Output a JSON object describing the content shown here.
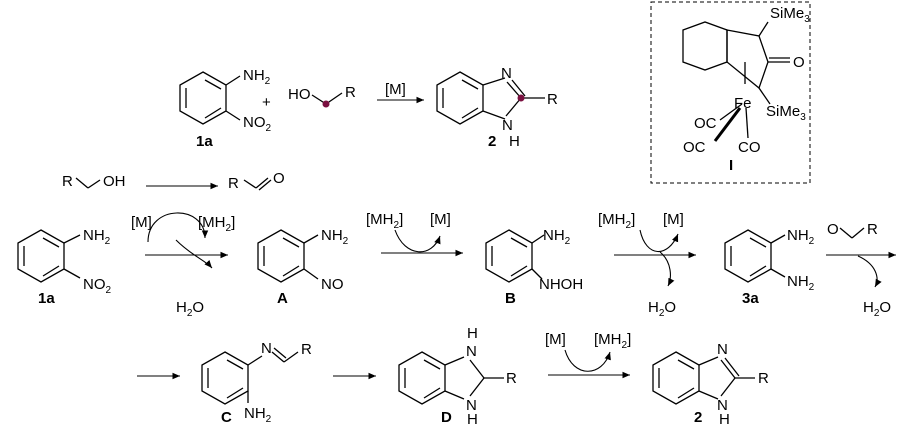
{
  "header_reaction": {
    "reactant_nh2": "NH",
    "reactant_nh2_sub": "2",
    "reactant_no2": "NO",
    "reactant_no2_sub": "2",
    "label_1a": "1a",
    "plus": "+",
    "alcohol_ho": "HO",
    "alcohol_r": "R",
    "catalyst": "[M]",
    "product_n": "N",
    "product_r": "R",
    "product_h": "H",
    "product_n_lower": "N",
    "label_2": "2",
    "highlight_color": "#7a1040"
  },
  "catalyst_box": {
    "sime3_top": "SiMe",
    "sime3_top_sub": "3",
    "oxo": "O",
    "fe": "Fe",
    "sime3_bottom": "SiMe",
    "sime3_bottom_sub": "3",
    "co_left": "OC",
    "co_right": "CO",
    "co_bottom": "OC",
    "label_i": "I"
  },
  "row1": {
    "alcohol_r": "R",
    "alcohol_oh": "OH",
    "aldehyde_r": "R",
    "aldehyde_o": "O",
    "m_label": "[M]",
    "mh2_label": "[MH",
    "mh2_sub": "2",
    "mh2_close": "]",
    "h2o": "H",
    "h2o_sub": "2",
    "h2o_o": "O",
    "sm_nh2": "NH",
    "sm_no2": "NO",
    "sm_label": "1a",
    "a_nh2": "NH",
    "a_no": "NO",
    "a_label": "A",
    "step2_mh2": "[MH",
    "step2_m": "[M]",
    "b_nh2": "NH",
    "b_nhoh": "NHOH",
    "b_label": "B",
    "step3_mh2": "[MH",
    "step3_m": "[M]",
    "step3_h2o": "H",
    "c3a_nh2_top": "NH",
    "c3a_nh2_bottom": "NH",
    "label_3a": "3a",
    "ald_o": "O",
    "ald_r": "R",
    "step4_h2o": "H"
  },
  "row2": {
    "c_n": "N",
    "c_r": "R",
    "c_nh2": "NH",
    "c_label": "C",
    "d_h_top": "H",
    "d_n_top": "N",
    "d_r": "R",
    "d_n_bottom": "N",
    "d_h_bottom": "H",
    "d_label": "D",
    "step_m": "[M]",
    "step_mh2": "[MH",
    "p_n": "N",
    "p_r": "R",
    "p_n_bottom": "N",
    "p_h": "H",
    "p_label": "2"
  }
}
